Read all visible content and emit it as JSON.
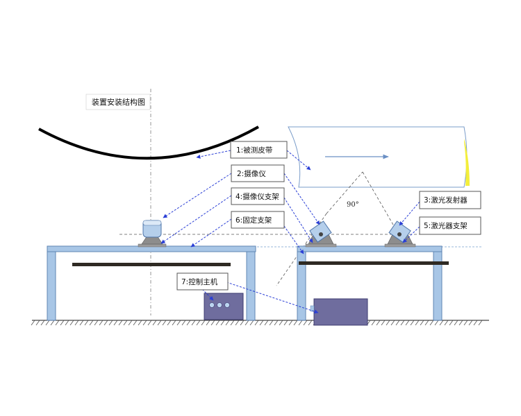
{
  "diagram": {
    "title": "装置安装结构图",
    "angle_label": "90°",
    "labels": {
      "belt": "1:被测皮带",
      "camera": "2:摄像仪",
      "laser_emitter": "3:激光发射器",
      "camera_bracket": "4:摄像仪支架",
      "laser_bracket": "5:激光器支架",
      "fixed_bracket": "6:固定支架",
      "control_host": "7:控制主机"
    },
    "colors": {
      "frame_fill": "#a8c6e6",
      "leader_line": "#2b3fd6",
      "control_box": "#6f6d9e",
      "belt_curve": "#000000",
      "edge_highlight": "#f3ee3a"
    }
  }
}
